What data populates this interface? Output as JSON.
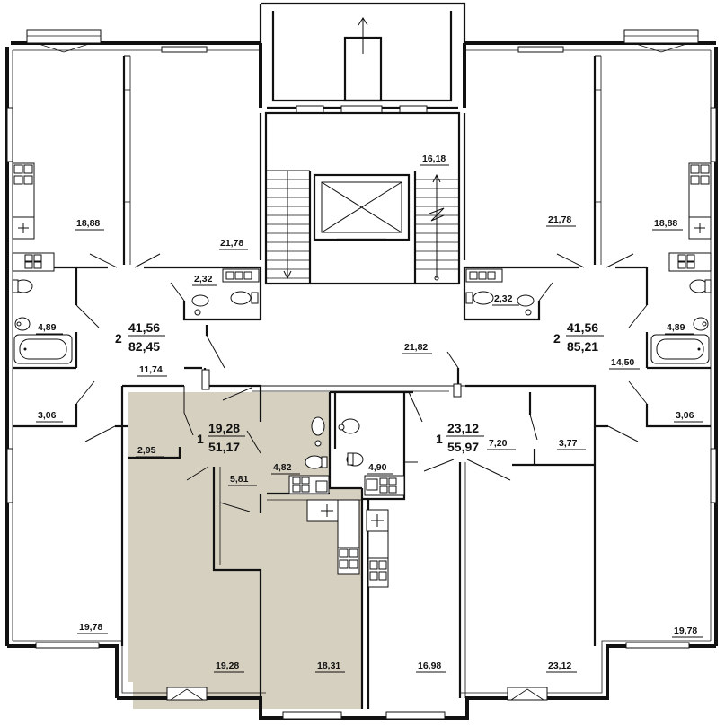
{
  "colors": {
    "wall": "#111111",
    "background": "#ffffff",
    "highlight_apartment": "#d6d0c0"
  },
  "areas": [
    {
      "id": "lt-room-a",
      "label": "18,88"
    },
    {
      "id": "lt-room-b",
      "label": "21,78"
    },
    {
      "id": "lt-bath-small",
      "label": "2,32"
    },
    {
      "id": "lt-bath",
      "label": "4,89"
    },
    {
      "id": "lt-hall",
      "label": "11,74"
    },
    {
      "id": "lt-store",
      "label": "3,06"
    },
    {
      "id": "lt-room-c",
      "label": "19,78"
    },
    {
      "id": "stair-hall",
      "label": "16,18"
    },
    {
      "id": "corridor",
      "label": "21,82"
    },
    {
      "id": "rt-room-b",
      "label": "21,78"
    },
    {
      "id": "rt-room-a",
      "label": "18,88"
    },
    {
      "id": "rt-bath-small",
      "label": "2,32"
    },
    {
      "id": "rt-bath",
      "label": "4,89"
    },
    {
      "id": "rt-hall",
      "label": "14,50"
    },
    {
      "id": "rt-store",
      "label": "3,06"
    },
    {
      "id": "rt-room-c",
      "label": "19,78"
    },
    {
      "id": "a1-store",
      "label": "2,95"
    },
    {
      "id": "a1-hall",
      "label": "5,81"
    },
    {
      "id": "a1-bath",
      "label": "4,82"
    },
    {
      "id": "a1-room",
      "label": "19,28"
    },
    {
      "id": "a1-kitchen",
      "label": "18,31"
    },
    {
      "id": "a2-bath",
      "label": "4,90"
    },
    {
      "id": "a2-hall",
      "label": "7,20"
    },
    {
      "id": "a2-store",
      "label": "3,77"
    },
    {
      "id": "a2-kitchen",
      "label": "16,98"
    },
    {
      "id": "a2-room",
      "label": "23,12"
    }
  ],
  "apartments": [
    {
      "id": "apt-left",
      "rooms": "2",
      "living": "41,56",
      "total": "82,45"
    },
    {
      "id": "apt-right",
      "rooms": "2",
      "living": "41,56",
      "total": "85,21"
    },
    {
      "id": "apt-1",
      "rooms": "1",
      "living": "19,28",
      "total": "51,17"
    },
    {
      "id": "apt-2",
      "rooms": "1",
      "living": "23,12",
      "total": "55,97"
    }
  ]
}
